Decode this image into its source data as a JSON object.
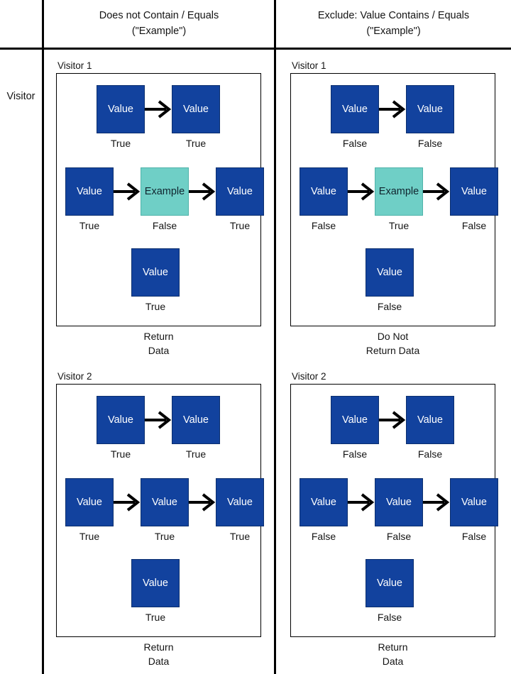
{
  "header": {
    "corner": "",
    "columns": [
      {
        "line1": "Does not Contain / Equals",
        "line2": "(\"Example\")"
      },
      {
        "line1": "Exclude: Value Contains / Equals",
        "line2": "(\"Example\")"
      }
    ]
  },
  "row_stub": {
    "label": "Visitor"
  },
  "colors": {
    "value_box": "#12429E",
    "example_box": "#6FCFC6",
    "rule": "#000000",
    "text": "#141414"
  },
  "cells": [
    {
      "id": "col1-visitor1",
      "title": "Visitor 1",
      "footer_line1": "Return",
      "footer_line2": "Data",
      "rows": [
        {
          "id": "r1",
          "nodes": [
            {
              "text": "Value",
              "kind": "value",
              "label": "True"
            },
            {
              "text": "Value",
              "kind": "value",
              "label": "True"
            }
          ]
        },
        {
          "id": "r2",
          "nodes": [
            {
              "text": "Value",
              "kind": "value",
              "label": "True"
            },
            {
              "text": "Example",
              "kind": "example",
              "label": "False"
            },
            {
              "text": "Value",
              "kind": "value",
              "label": "True"
            }
          ]
        },
        {
          "id": "r3",
          "nodes": [
            {
              "text": "Value",
              "kind": "value",
              "label": "True"
            }
          ]
        }
      ]
    },
    {
      "id": "col2-visitor1",
      "title": "Visitor 1",
      "footer_line1": "Do Not",
      "footer_line2": "Return Data",
      "rows": [
        {
          "id": "r1",
          "nodes": [
            {
              "text": "Value",
              "kind": "value",
              "label": "False"
            },
            {
              "text": "Value",
              "kind": "value",
              "label": "False"
            }
          ]
        },
        {
          "id": "r2",
          "nodes": [
            {
              "text": "Value",
              "kind": "value",
              "label": "False"
            },
            {
              "text": "Example",
              "kind": "example",
              "label": "True"
            },
            {
              "text": "Value",
              "kind": "value",
              "label": "False"
            }
          ]
        },
        {
          "id": "r3",
          "nodes": [
            {
              "text": "Value",
              "kind": "value",
              "label": "False"
            }
          ]
        }
      ]
    },
    {
      "id": "col1-visitor2",
      "title": "Visitor 2",
      "footer_line1": "Return",
      "footer_line2": "Data",
      "rows": [
        {
          "id": "r1",
          "nodes": [
            {
              "text": "Value",
              "kind": "value",
              "label": "True"
            },
            {
              "text": "Value",
              "kind": "value",
              "label": "True"
            }
          ]
        },
        {
          "id": "r2",
          "nodes": [
            {
              "text": "Value",
              "kind": "value",
              "label": "True"
            },
            {
              "text": "Value",
              "kind": "value",
              "label": "True"
            },
            {
              "text": "Value",
              "kind": "value",
              "label": "True"
            }
          ]
        },
        {
          "id": "r3",
          "nodes": [
            {
              "text": "Value",
              "kind": "value",
              "label": "True"
            }
          ]
        }
      ]
    },
    {
      "id": "col2-visitor2",
      "title": "Visitor 2",
      "footer_line1": "Return",
      "footer_line2": "Data",
      "rows": [
        {
          "id": "r1",
          "nodes": [
            {
              "text": "Value",
              "kind": "value",
              "label": "False"
            },
            {
              "text": "Value",
              "kind": "value",
              "label": "False"
            }
          ]
        },
        {
          "id": "r2",
          "nodes": [
            {
              "text": "Value",
              "kind": "value",
              "label": "False"
            },
            {
              "text": "Value",
              "kind": "value",
              "label": "False"
            },
            {
              "text": "Value",
              "kind": "value",
              "label": "False"
            }
          ]
        },
        {
          "id": "r3",
          "nodes": [
            {
              "text": "Value",
              "kind": "value",
              "label": "False"
            }
          ]
        }
      ]
    }
  ]
}
